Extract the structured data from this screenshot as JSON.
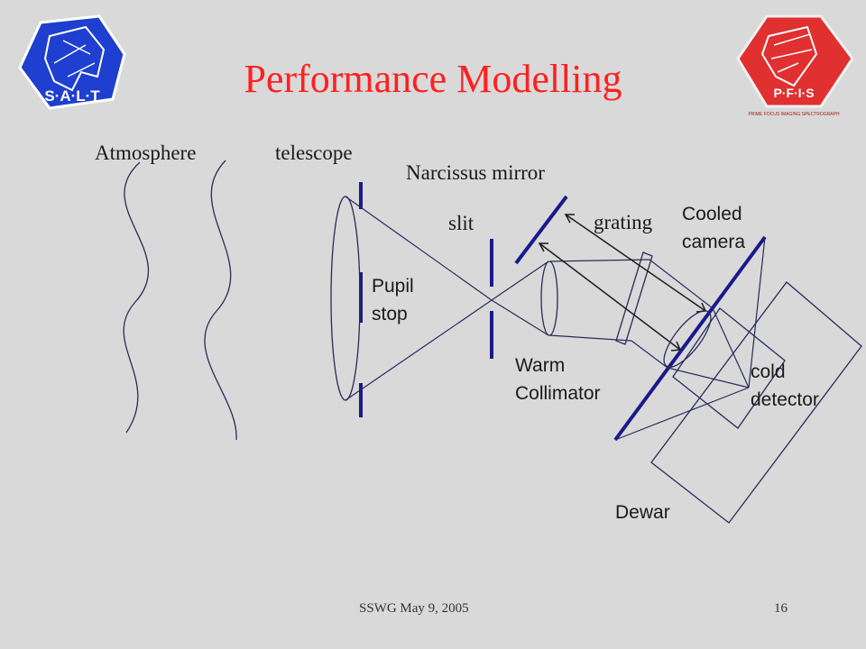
{
  "title": "Performance Modelling",
  "logos": {
    "salt": "S·A·L·T",
    "pfis": "P·F·I·S",
    "pfis_sub": "PRIME FOCUS IMAGING SPECTROGRAPH"
  },
  "labels": {
    "atmosphere": "Atmosphere",
    "telescope": "telescope",
    "narcissus": "Narcissus mirror",
    "slit": "slit",
    "grating": "grating",
    "cooled_1": "Cooled",
    "cooled_2": "camera",
    "pupil_1": "Pupil",
    "pupil_2": "stop",
    "warm_1": "Warm",
    "warm_2": "Collimator",
    "cold_1": "cold",
    "cold_2": "detector",
    "dewar": "Dewar"
  },
  "footer": {
    "left": "SSWG  May 9, 2005",
    "page": "16"
  },
  "colors": {
    "title": "#ff2020",
    "elements": "#1a1a8c",
    "rays": "#2a2a5a",
    "salt_logo": "#1e3fcf",
    "pfis_logo": "#e03030"
  }
}
